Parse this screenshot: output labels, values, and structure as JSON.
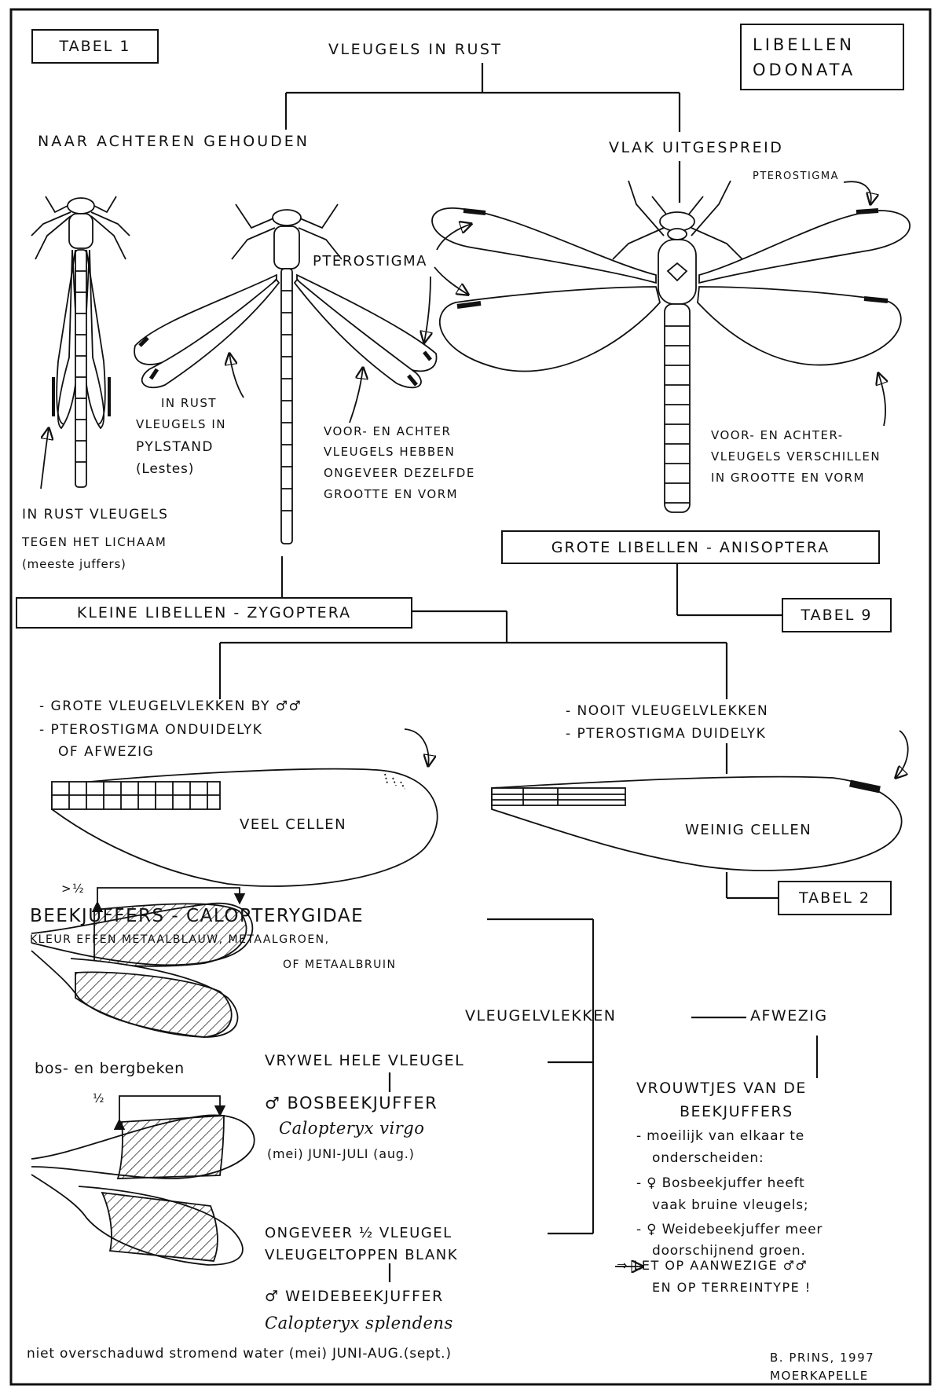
{
  "header": {
    "table_label": "TABEL 1",
    "main_title": "VLEUGELS IN RUST",
    "group_line1": "LIBELLEN",
    "group_line2": "ODONATA"
  },
  "top_branches": {
    "left": "NAAR ACHTEREN GEHOUDEN",
    "right": "VLAK UITGESPREID"
  },
  "annotations": {
    "pterostigma_left": "PTEROSTIGMA",
    "pterostigma_right": "PTEROSTIGMA",
    "lestes": [
      "IN RUST",
      "VLEUGELS IN",
      "PYLSTAND",
      "(Lestes)"
    ],
    "zygo_wings": [
      "VOOR- EN ACHTER",
      "VLEUGELS HEBBEN",
      "ONGEVEER DEZELFDE",
      "GROOTTE EN VORM"
    ],
    "aniso_wings": [
      "VOOR- EN ACHTER-",
      "VLEUGELS VERSCHILLEN",
      "IN GROOTTE EN VORM"
    ],
    "juffers": [
      "IN RUST VLEUGELS",
      "TEGEN HET LICHAAM",
      "(meeste juffers)"
    ]
  },
  "boxes": {
    "anisoptera": "GROTE LIBELLEN - ANISOPTERA",
    "tabel9": "TABEL 9",
    "zygoptera": "KLEINE LIBELLEN - ZYGOPTERA",
    "tabel2": "TABEL 2"
  },
  "zygoptera_split": {
    "left_criteria": [
      "- GROTE VLEUGELVLEKKEN BY ♂♂",
      "- PTEROSTIGMA ONDUIDELYK",
      "OF AFWEZIG"
    ],
    "left_cells": "VEEL CELLEN",
    "right_criteria": [
      "- NOOIT VLEUGELVLEKKEN",
      "- PTEROSTIGMA DUIDELYK"
    ],
    "right_cells": "WEINIG CELLEN"
  },
  "calopterygidae": {
    "title": "BEEKJUFFERS - CALOPTERYGIDAE",
    "colour_line1": "KLEUR EFFEN METAALBLAUW, METAALGROEN,",
    "colour_line2": "OF METAALBRUIN",
    "ratio_top": ">½",
    "ratio_bottom": "½",
    "habitat_virgo": "bos- en bergbeken",
    "key_node": "VLEUGELVLEKKEN",
    "absent": "AFWEZIG",
    "option_whole": "VRYWEL HELE VLEUGEL",
    "virgo_name": "♂ BOSBEEKJUFFER",
    "virgo_latin": "Calopteryx virgo",
    "virgo_period": "(mei) JUNI-JULI (aug.)",
    "option_half1": "ONGEVEER ½ VLEUGEL",
    "option_half2": "VLEUGELTOPPEN BLANK",
    "splendens_name": "♂ WEIDEBEEKJUFFER",
    "splendens_latin": "Calopteryx splendens",
    "splendens_habitat": "niet overschaduwd stromend water (mei) JUNI-AUG.(sept.)"
  },
  "females": {
    "title1": "VROUWTJES VAN DE",
    "title2": "BEEKJUFFERS",
    "lines": [
      "- moeilijk van elkaar te",
      "onderscheiden:",
      "- ♀ Bosbeekjuffer heeft",
      "vaak bruine vleugels;",
      "- ♀ Weidebeekjuffer meer",
      "doorschijnend groen.",
      "⇒ LET OP AANWEZIGE ♂♂",
      "EN OP TERREINTYPE !"
    ]
  },
  "credit": {
    "line1": "B. PRINS, 1997",
    "line2": "MOERKAPELLE"
  }
}
